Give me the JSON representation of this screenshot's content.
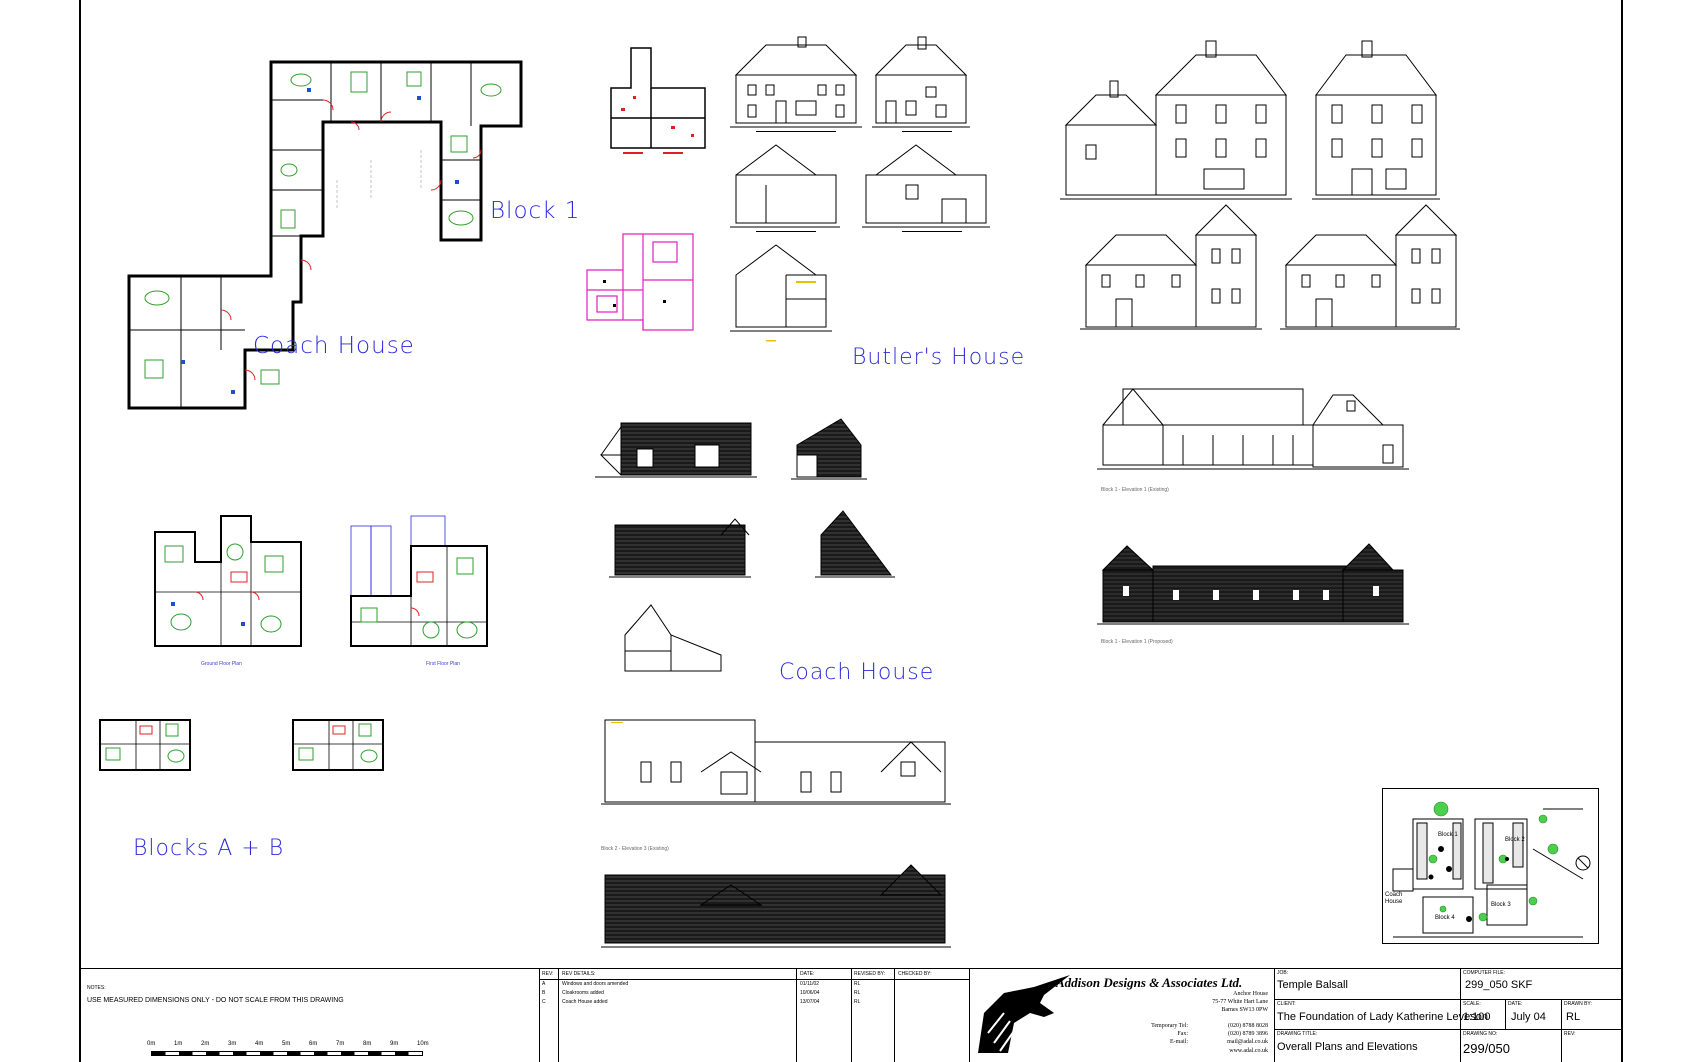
{
  "labels": {
    "block1": "Block 1",
    "coach_house_plan": "Coach House",
    "butlers_house": "Butler's House",
    "coach_house_elev": "Coach House",
    "blocks_ab": "Blocks A + B"
  },
  "captions": {
    "ground_floor": "Ground Floor Plan",
    "first_floor": "First Floor Plan",
    "block1_existing": "Block 1 - Elevation 1 (Existing)",
    "block1_proposed": "Block 1 - Elevation 1 (Proposed)",
    "block2_existing": "Block 2 - Elevation 3 (Existing)"
  },
  "site_plan": {
    "block1": "Block 1",
    "block2": "Block 2",
    "block3": "Block 3",
    "block4": "Block 4",
    "coach_house": "Coach House"
  },
  "notes": {
    "heading": "NOTES:",
    "text": "USE MEASURED DIMENSIONS ONLY - DO NOT SCALE FROM THIS DRAWING",
    "scale_ticks": [
      "0m",
      "1m",
      "2m",
      "3m",
      "4m",
      "5m",
      "6m",
      "7m",
      "8m",
      "9m",
      "10m"
    ]
  },
  "revisions": {
    "headers": {
      "rev": "REV:",
      "details": "REV DETAILS:",
      "date": "DATE:",
      "revised_by": "REVISED BY:",
      "checked_by": "CHECKED BY:"
    },
    "rows": [
      {
        "rev": "A",
        "details": "Windows and doors amended",
        "date": "01/11/02",
        "by": "RL"
      },
      {
        "rev": "B",
        "details": "Cloakrooms added",
        "date": "10/06/04",
        "by": "RL"
      },
      {
        "rev": "C",
        "details": "Coach House added",
        "date": "13/07/04",
        "by": "RL"
      }
    ]
  },
  "company": {
    "name": "Addison Designs & Associates Ltd.",
    "address": [
      "Anchor House",
      "75-77 White Hart Lane",
      "Barnes SW13 0PW"
    ],
    "contacts": [
      {
        "label": "Temporary Tel:",
        "value": "(020) 8788 8028"
      },
      {
        "label": "Fax:",
        "value": "(020) 8789 3896"
      },
      {
        "label": "E-mail:",
        "value": "mail@adal.co.uk"
      },
      {
        "label": "",
        "value": "www.adal.co.uk"
      }
    ]
  },
  "job": {
    "job_label": "JOB:",
    "job": "Temple Balsall",
    "client_label": "CLIENT:",
    "client": "The Foundation of Lady Katherine Leveson",
    "title_label": "DRAWING TITLE:",
    "title": "Overall Plans and Elevations"
  },
  "meta": {
    "computer_file_label": "COMPUTER FILE:",
    "computer_file": "299_050 SKF",
    "scale_label": "SCALE:",
    "scale": "1:100",
    "date_label": "DATE:",
    "date": "July 04",
    "drawn_label": "DRAWN BY:",
    "drawn": "RL",
    "drawing_no_label": "DRAWING NO:",
    "drawing_no": "299/050",
    "rev_label": "REV:",
    "rev": ""
  }
}
